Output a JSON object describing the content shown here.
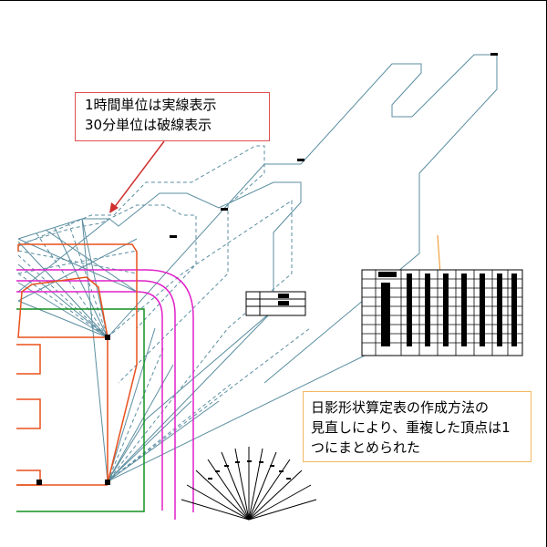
{
  "annotations": {
    "hour_note": {
      "line1": "1時間単位は実線表示",
      "line2": "30分単位は破線表示"
    },
    "method_note": {
      "line1": "日影形状算定表の作成方法の",
      "line2": "見直しにより、重複した頂点は1",
      "line3": "つにまとめられた"
    }
  },
  "colors": {
    "shadow_line": "#5b8ea0",
    "building": "#e8501c",
    "magenta_line": "#e020c8",
    "green_line": "#109020",
    "callout_red_border": "#e05050",
    "callout_orange_border": "#f4b860",
    "table_black": "#000000"
  }
}
